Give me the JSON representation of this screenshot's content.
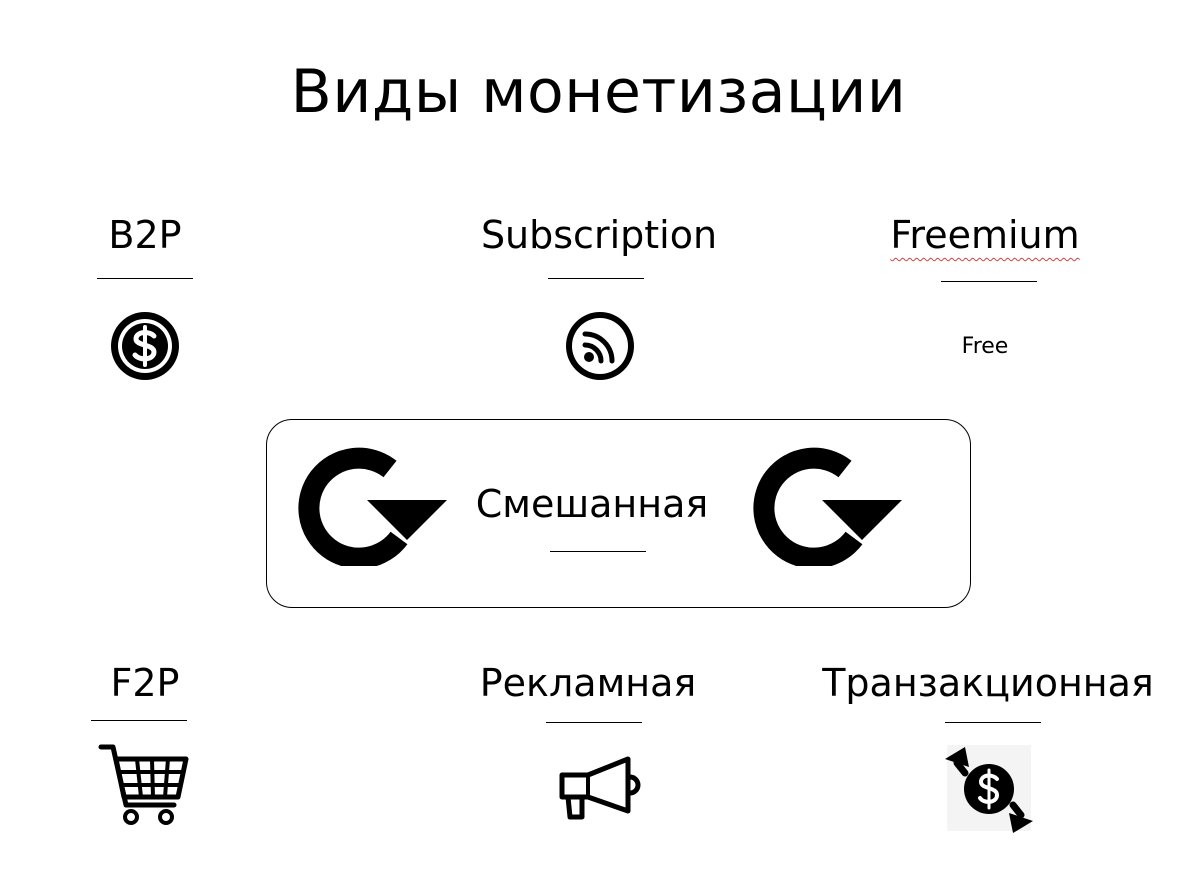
{
  "slide": {
    "title": "Виды монетизации",
    "models": {
      "b2p": {
        "label": "B2P",
        "icon": "dollar-coin-icon"
      },
      "subscription": {
        "label": "Subscription",
        "icon": "rss-feed-icon"
      },
      "freemium": {
        "label": "Freemium",
        "caption": "Free"
      },
      "mixed": {
        "label": "Смешанная",
        "icon": "rotate-arrow-icon"
      },
      "f2p": {
        "label": "F2P",
        "icon": "shopping-cart-icon"
      },
      "advertising": {
        "label": "Рекламная",
        "icon": "megaphone-icon"
      },
      "transactional": {
        "label": "Транзакционная",
        "icon": "money-exchange-icon"
      }
    }
  },
  "colors": {
    "text": "#000000",
    "background": "#ffffff",
    "spellcheck_underline": "#d04040"
  }
}
